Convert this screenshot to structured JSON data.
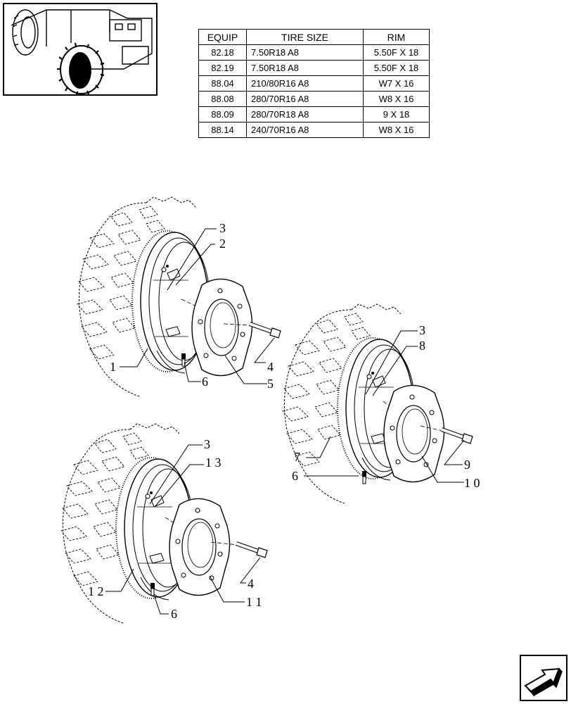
{
  "table": {
    "headers": [
      "EQUIP",
      "TIRE SIZE",
      "RIM"
    ],
    "rows": [
      {
        "equip": "82.18",
        "tire": "7.50R18 A8",
        "rim": "5.50F X 18"
      },
      {
        "equip": "82.19",
        "tire": "7.50R18 A8",
        "rim": "5.50F X 18"
      },
      {
        "equip": "88.04",
        "tire": "210/80R16 A8",
        "rim": "W7 X 16"
      },
      {
        "equip": "88.08",
        "tire": "280/70R16 A8",
        "rim": "W8 X 16"
      },
      {
        "equip": "88.09",
        "tire": "280/70R18 A8",
        "rim": "9 X 18"
      },
      {
        "equip": "88.14",
        "tire": "240/70R16 A8",
        "rim": "W8 X 16"
      }
    ]
  },
  "callouts": {
    "a": {
      "n3": "3",
      "n2": "2",
      "n1": "1",
      "n4": "4",
      "n5": "5",
      "n6": "6"
    },
    "b": {
      "n3": "3",
      "n8": "8",
      "n7": "7",
      "n6": "6",
      "n9": "9",
      "n10": "1 0"
    },
    "c": {
      "n3": "3",
      "n13": "1 3",
      "n12": "1 2",
      "n4": "4",
      "n11": "1 1",
      "n6": "6"
    }
  },
  "icons": {
    "thumbnail": "tractor-thumbnail-icon",
    "nav": "next-page-arrow-icon"
  }
}
